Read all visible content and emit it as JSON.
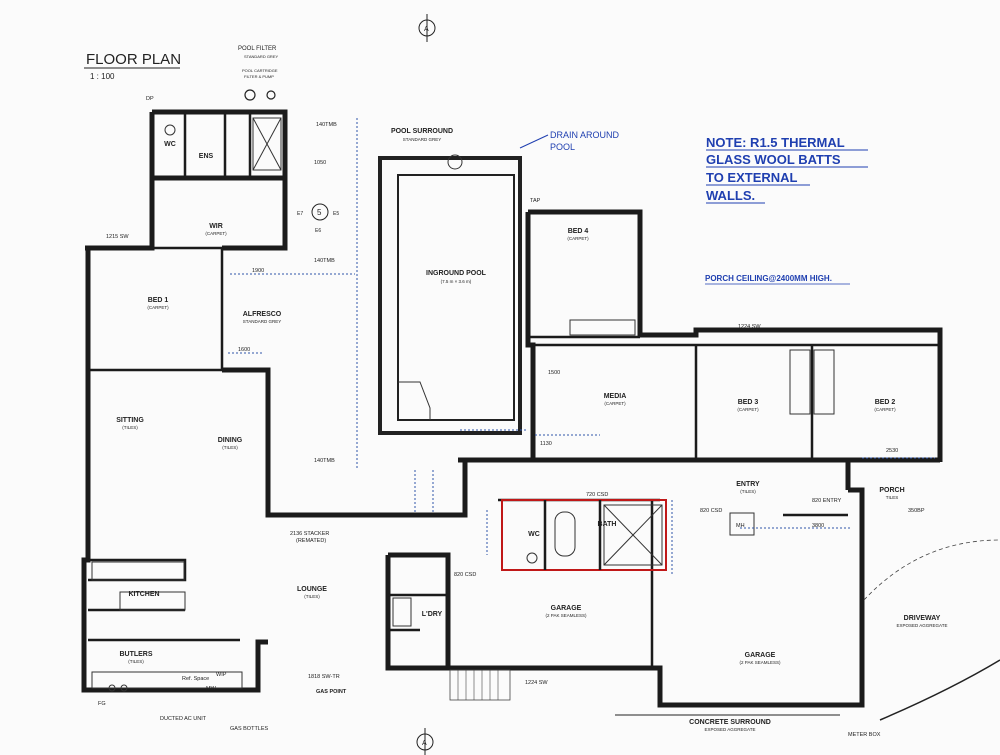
{
  "title": "FLOOR PLAN",
  "scale": "1 : 100",
  "note": [
    "NOTE: R1.5 THERMAL",
    "GLASS WOOL BATTS",
    "TO EXTERNAL",
    "WALLS."
  ],
  "porch_ceiling": "PORCH CEILING@2400MM HIGH.",
  "drain_note": [
    "DRAIN AROUND",
    "POOL"
  ],
  "pool_filter": {
    "title": "POOL FILTER",
    "sub": "STANDARD GREY",
    "detail": [
      "POOL CARTRIDGE",
      "FILTER & PUMP"
    ]
  },
  "rooms": [
    {
      "key": "wc_ens",
      "name": "WC",
      "sub": ""
    },
    {
      "key": "ens",
      "name": "ENS",
      "sub": ""
    },
    {
      "key": "wir",
      "name": "WIR",
      "sub": "(CARPET)"
    },
    {
      "key": "bed1",
      "name": "BED 1",
      "sub": "(CARPET)"
    },
    {
      "key": "alfresco",
      "name": "ALFRESCO",
      "sub": "STANDARD GREY"
    },
    {
      "key": "pool",
      "name": "INGROUND POOL",
      "sub": "(7.5 m × 3.6 m)"
    },
    {
      "key": "pool_surround",
      "name": "POOL SURROUND",
      "sub": "STANDARD GREY"
    },
    {
      "key": "bed4",
      "name": "BED 4",
      "sub": "(CARPET)"
    },
    {
      "key": "media",
      "name": "MEDIA",
      "sub": "(CARPET)"
    },
    {
      "key": "bed3",
      "name": "BED 3",
      "sub": "(CARPET)"
    },
    {
      "key": "bed2",
      "name": "BED 2",
      "sub": "(CARPET)"
    },
    {
      "key": "sitting",
      "name": "SITTING",
      "sub": "(TILES)"
    },
    {
      "key": "dining",
      "name": "DINING",
      "sub": "(TILES)"
    },
    {
      "key": "lounge",
      "name": "LOUNGE",
      "sub": "(TILES)"
    },
    {
      "key": "kitchen",
      "name": "KITCHEN",
      "sub": ""
    },
    {
      "key": "butlers",
      "name": "BUTLERS",
      "sub": "(TILES)"
    },
    {
      "key": "entry",
      "name": "ENTRY",
      "sub": "(TILES)"
    },
    {
      "key": "porch",
      "name": "PORCH",
      "sub": "TILES"
    },
    {
      "key": "bath",
      "name": "BATH",
      "sub": ""
    },
    {
      "key": "wc",
      "name": "WC",
      "sub": ""
    },
    {
      "key": "ldry",
      "name": "L'DRY",
      "sub": ""
    },
    {
      "key": "garage1",
      "name": "GARAGE",
      "sub": "(2 PAK SEAMLESS)"
    },
    {
      "key": "garage2",
      "name": "GARAGE",
      "sub": "(2 PAK SEAMLESS)"
    },
    {
      "key": "driveway",
      "name": "DRIVEWAY",
      "sub": "EXPOSED AGGREGATE"
    },
    {
      "key": "concrete",
      "name": "CONCRETE SURROUND",
      "sub": "EXPOSED AGGREGATE"
    }
  ],
  "labels": {
    "tmb140_a": "140TMB",
    "tmb140_b": "140TMB",
    "tmb140_c": "140TMB",
    "sw1215": "1215 SW",
    "sw1224_a": "1224 SW",
    "sw1224_b": "1224 SW",
    "sw1818": "1818 SW-TR",
    "gas_point": "GAS POINT",
    "gas_bottles": "GAS BOTTLES",
    "ducted": "DUCTED AC UNIT",
    "meter_box": "METER BOX",
    "stacker2136": "2136 STACKER",
    "stacker2136_sub": "(REMATED)",
    "d1500": "1500",
    "d1900": "1900",
    "d1600": "1600",
    "d1050": "1050",
    "d2530": "2530",
    "d1130": "1130",
    "d3800": "3800",
    "csd720": "720 CSD",
    "csd820": "820 CSD",
    "csd820b": "820 CSD",
    "sentry": "820 ENTRY",
    "bp350": "350BP",
    "mh": "MH",
    "tap": "TAP",
    "fg": "FG",
    "ref": "Ref. Space",
    "mw": "MW",
    "wip": "WIP",
    "dp": "DP",
    "e5": "E5",
    "e6": "E6",
    "e7": "E7",
    "marker5": "5",
    "north": "A"
  }
}
